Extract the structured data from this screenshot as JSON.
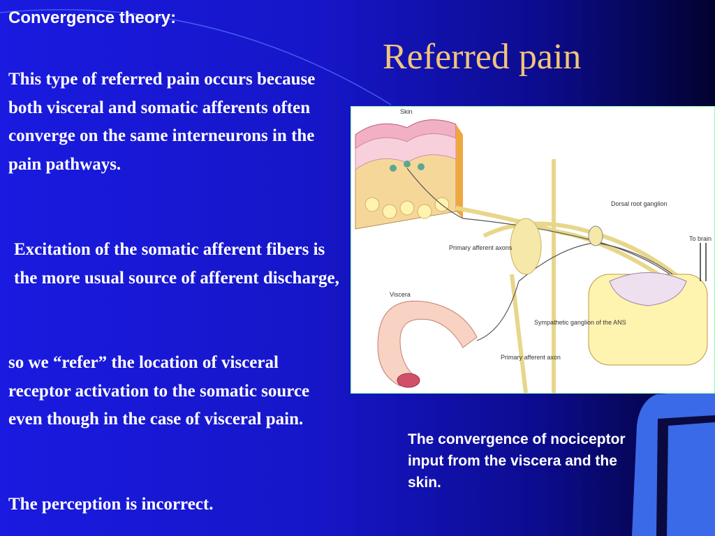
{
  "slide": {
    "heading": "Convergence theory:",
    "title": "Referred pain",
    "paragraphs": [
      "This type of referred pain occurs because both visceral and somatic afferents often converge on the same interneurons in the pain pathways.",
      "Excitation of the somatic afferent fibers is the more  usual source of afferent discharge,",
      "so we “refer” the location of visceral receptor activation to the somatic source even though in the case of visceral pain.",
      "The perception is incorrect."
    ],
    "caption": "The convergence of nociceptor input from the viscera and the skin."
  },
  "figure": {
    "labels": {
      "skin": "Skin",
      "primary_afferent_axons": "Primary afferent axons",
      "dorsal_root_ganglion": "Dorsal root ganglion",
      "to_brain": "To brain",
      "viscera": "Viscera",
      "sympathetic_ganglion": "Sympathetic ganglion of the ANS",
      "primary_afferent_axon": "Primary afferent axon"
    }
  },
  "colors": {
    "background": "#1616c8",
    "title": "#f3c47a",
    "accent_bar": "#3a6ae8"
  }
}
